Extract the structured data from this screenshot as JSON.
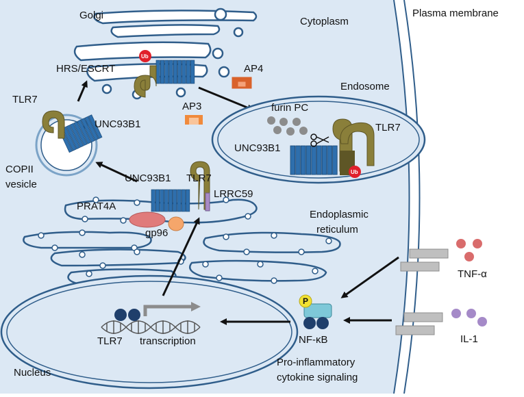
{
  "labels": {
    "plasma_membrane": "Plasma membrane",
    "cytoplasm": "Cytoplasm",
    "golgi": "Golgi",
    "endosome": "Endosome",
    "hrs_escrt": "HRS/ESCRT",
    "ap4": "AP4",
    "ap3": "AP3",
    "furin_pc": "furin PC",
    "tlr7_vesicle": "TLR7",
    "unc93b1_vesicle": "UNC93B1",
    "tlr7_endosome": "TLR7",
    "unc93b1_endosome": "UNC93B1",
    "copii_line1": "COPII",
    "copii_line2": "vesicle",
    "unc93b1_er": "UNC93B1",
    "tlr7_er": "TLR7",
    "lrrc59": "LRRC59",
    "prat4a": "PRAT4A",
    "gp96": "gp96",
    "er_line1": "Endoplasmic",
    "er_line2": "reticulum",
    "tnf": "TNF-α",
    "il1": "IL-1",
    "nfkb": "NF-κB",
    "phospho": "P",
    "tlr7_gene": "TLR7",
    "transcription": "transcription",
    "nucleus": "Nucleus",
    "signaling_line1": "Pro-inflammatory",
    "signaling_line2": "cytokine signaling",
    "ub": "Ub"
  },
  "colors": {
    "cytoplasm_fill": "#dce8f4",
    "membrane": "#2f5d8a",
    "tlr7": "#8a7f3a",
    "unc93b1": "#2e6fad",
    "ub_badge": "#e0202a",
    "ap3": "#f08a3c",
    "ap4": "#d9622b",
    "prat4a": "#e07b7b",
    "gp96": "#f5a66b",
    "lrrc59": "#a98bc8",
    "tnf_dots": "#d96c6c",
    "il1_dots": "#a58ac8",
    "receptor": "#bfbfbf",
    "nfkb_top": "#7ec8d8",
    "nfkb_bottom": "#1f3f6b",
    "phospho": "#f2e233",
    "furin_dots": "#8c8c8c"
  }
}
